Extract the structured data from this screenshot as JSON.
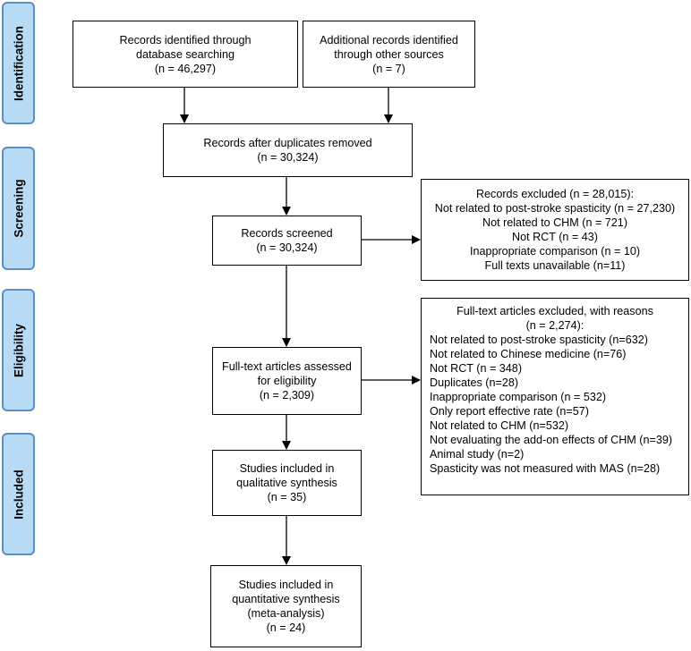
{
  "stages": {
    "identification": "Identification",
    "screening": "Screening",
    "eligibility": "Eligibility",
    "included": "Included"
  },
  "boxes": {
    "database": [
      "Records identified through",
      "database searching",
      "(n = 46,297)"
    ],
    "other_sources": [
      "Additional records identified",
      "through other sources",
      "(n = 7)"
    ],
    "after_duplicates": [
      "Records after duplicates removed",
      "(n = 30,324)"
    ],
    "screened": [
      "Records screened",
      "(n = 30,324)"
    ],
    "excluded": [
      "Records excluded (n = 28,015):",
      "Not related to post-stroke spasticity (n = 27,230)",
      "Not related to CHM (n = 721)",
      "Not RCT (n = 43)",
      "Inappropriate comparison (n = 10)",
      "Full texts unavailable (n=11)"
    ],
    "fulltext_assessed": [
      "Full-text articles assessed",
      "for eligibility",
      "(n = 2,309)"
    ],
    "fulltext_excluded_title": [
      "Full-text articles excluded, with reasons",
      "(n = 2,274):"
    ],
    "fulltext_excluded": [
      "Not related to post-stroke spasticity (n=632)",
      "Not related to Chinese medicine (n=76)",
      "Not RCT (n = 348)",
      "Duplicates (n=28)",
      "Inappropriate comparison (n = 532)",
      "Only report effective rate (n=57)",
      "Not related to CHM (n=532)",
      "Not evaluating the add-on effects of CHM (n=39)",
      "Animal study (n=2)",
      "Spasticity was not measured with MAS (n=28)"
    ],
    "qualitative": [
      "Studies included in",
      "qualitative synthesis",
      "(n = 35)"
    ],
    "quantitative": [
      "Studies included in",
      "quantitative synthesis",
      "(meta-analysis)",
      "(n = 24)"
    ]
  }
}
